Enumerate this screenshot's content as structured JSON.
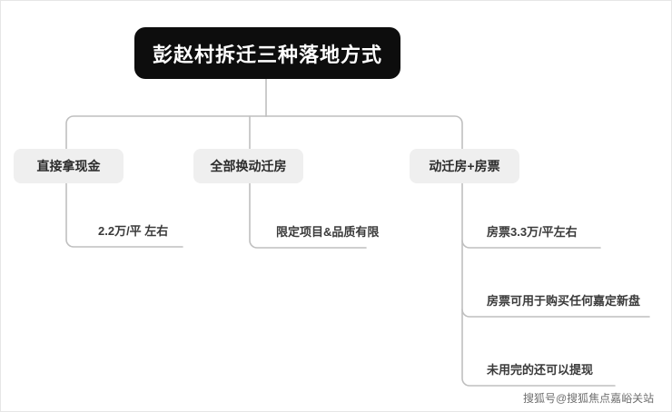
{
  "diagram": {
    "root": {
      "label": "彭赵村拆迁三种落地方式"
    },
    "branches": [
      {
        "label": "直接拿现金",
        "leaves": [
          "2.2万/平 左右"
        ]
      },
      {
        "label": "全部换动迁房",
        "leaves": [
          "限定项目&品质有限"
        ]
      },
      {
        "label": "动迁房+房票",
        "leaves": [
          "房票3.3万/平左右",
          "房票可用于购买任何嘉定新盘",
          "未用完的还可以提现"
        ]
      }
    ]
  },
  "watermark": {
    "text": "搜狐号@搜狐焦点嘉峪关站"
  },
  "colors": {
    "root_background": "#0d0d0d",
    "root_text": "#ffffff",
    "branch_background": "#efefef",
    "branch_text": "#2b2b2b",
    "leaf_text": "#3a3a3a",
    "connector_line": "#bfbfbf",
    "canvas_background": "#ffffff"
  }
}
